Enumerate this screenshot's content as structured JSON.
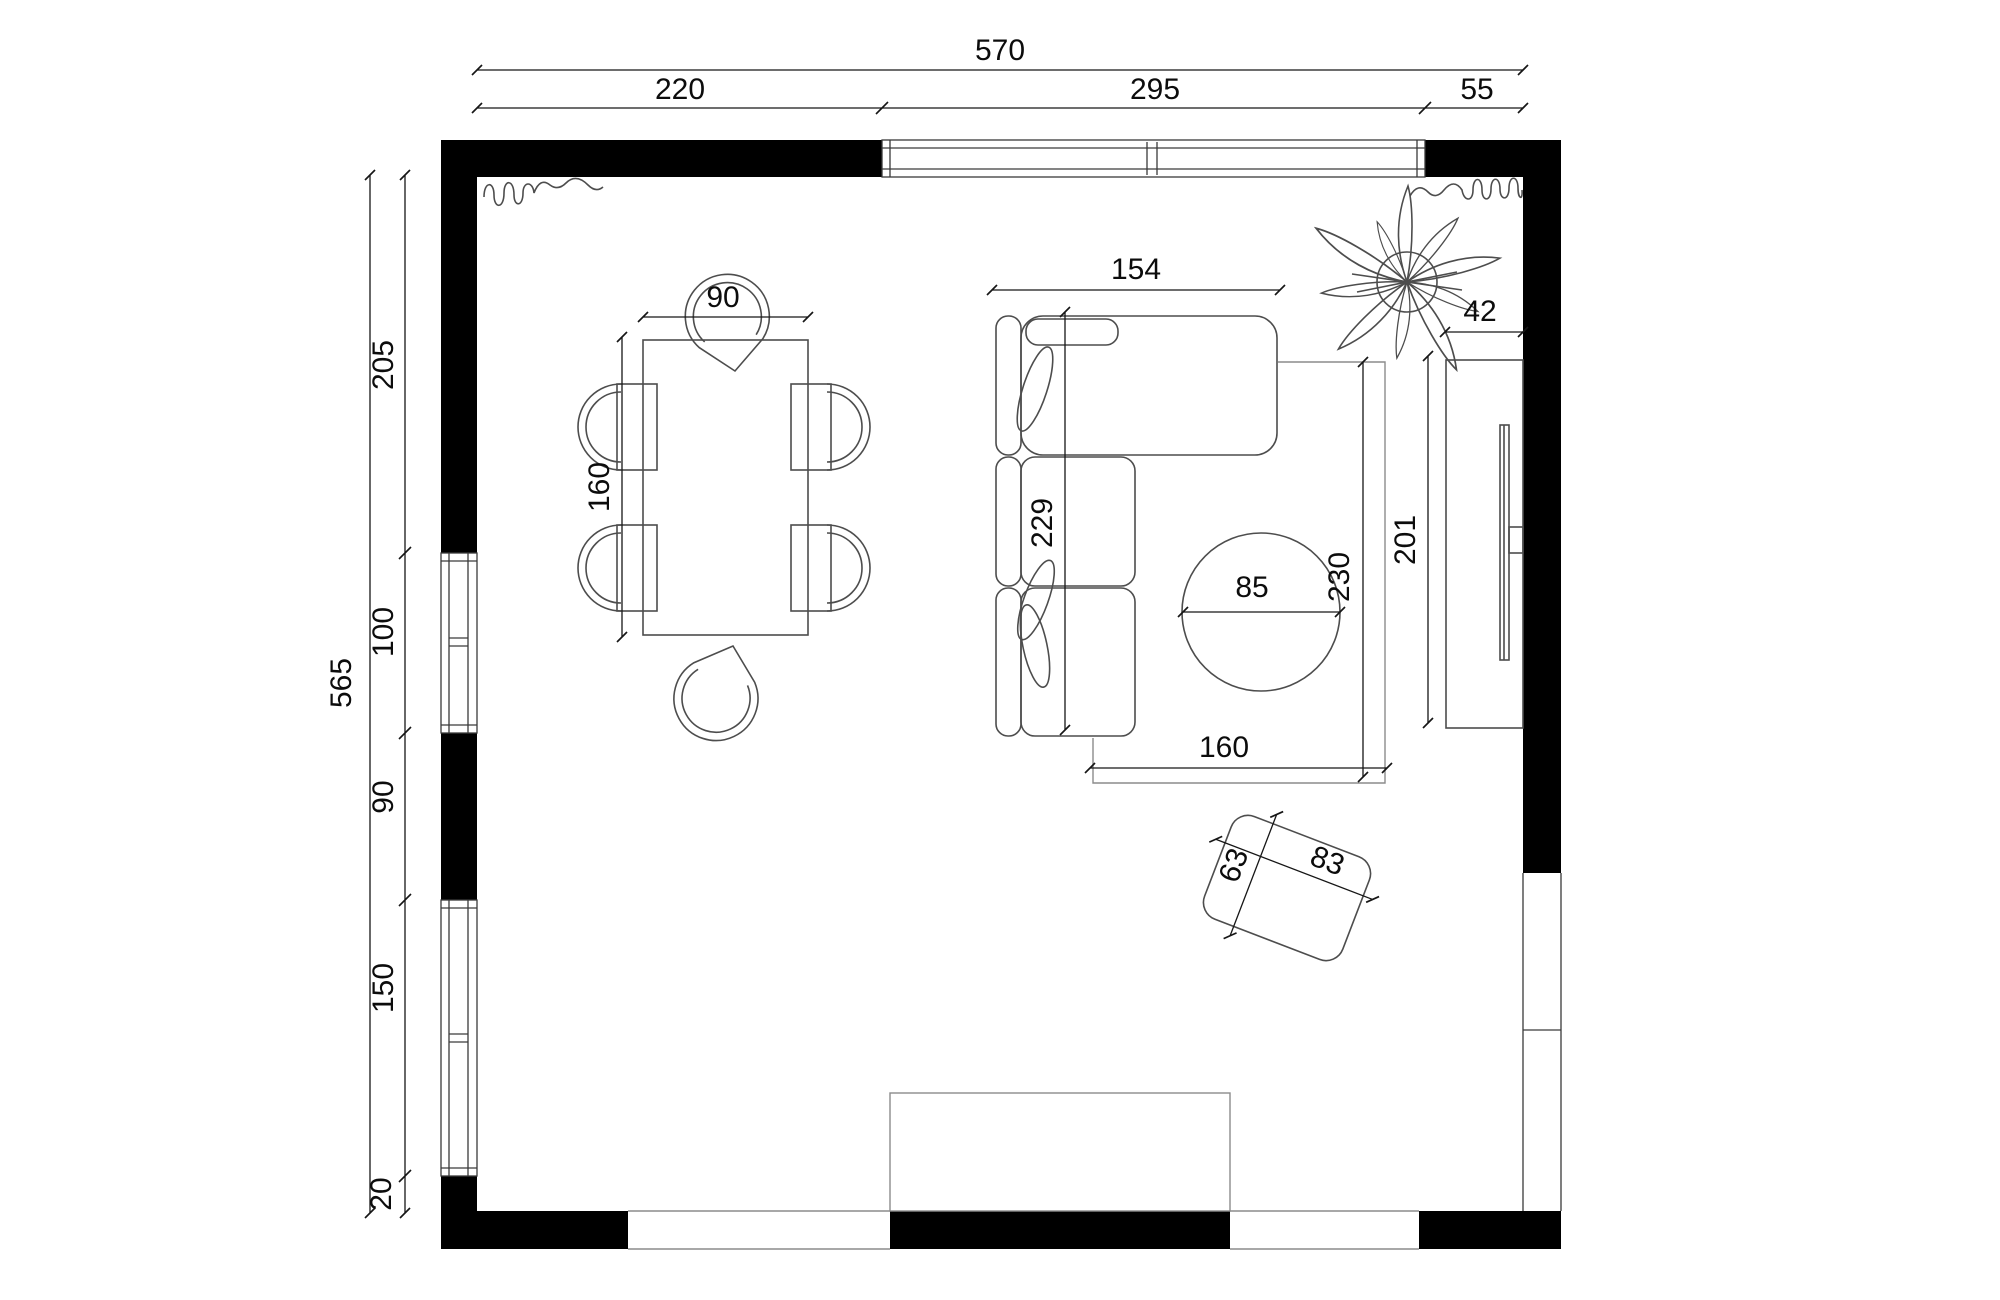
{
  "colors": {
    "wall": "#000000",
    "furniture_line": "#4d4d4d",
    "dimension_line": "#161616",
    "light_line": "#8c8c8c",
    "background": "#ffffff"
  },
  "dimensions": {
    "top_total": "570",
    "top_segments": [
      "220",
      "295",
      "55"
    ],
    "left_total": "565",
    "left_segments": [
      "205",
      "100",
      "90",
      "150",
      "20"
    ],
    "dining_table_width": "90",
    "dining_table_length": "160",
    "sofa_chaise_width": "154",
    "sofa_depth": "229",
    "coffee_table_diameter": "85",
    "living_area_depth": "230",
    "living_area_width": "160",
    "tv_wall_length": "201",
    "tv_clearance": "42",
    "ottoman_width": "63",
    "ottoman_length": "83"
  }
}
